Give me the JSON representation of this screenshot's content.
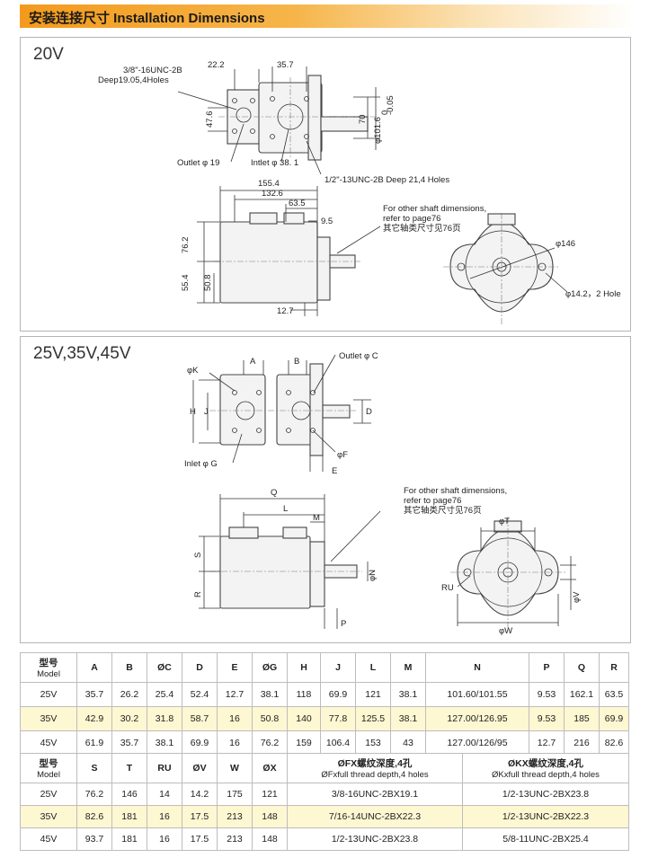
{
  "header": {
    "title": "安装连接尺寸 Installation Dimensions"
  },
  "panel_20v": {
    "label": "20V",
    "annotations": {
      "thread1a": "3/8\"-16UNC-2B",
      "thread1b": "Deep19.05,4Holes",
      "d22": "22.2",
      "d35": "35.7",
      "d47": "47.6",
      "d70": "70",
      "d101": "φ101.6",
      "d101tol": "0\n-0.05",
      "outlet": "Outlet φ 19",
      "inlet": "Intlet φ 38. 1",
      "thread2": "1/2\"-13UNC-2B Deep 21,4 Holes",
      "d155": "155.4",
      "d132": "132.6",
      "d63": "63.5",
      "d9": "9.5",
      "d76": "76.2",
      "d55": "55.4",
      "d50": "50.8",
      "d12": "12.7",
      "shaft_en1": "For other shaft dimensions,",
      "shaft_en2": "refer to page76",
      "shaft_cn": "其它轴类尺寸见76页",
      "d146": "φ146",
      "d142": "φ14.2，2 Hole"
    }
  },
  "panel_25v": {
    "label": "25V,35V,45V",
    "annotations": {
      "phiK": "φK",
      "A": "A",
      "B": "B",
      "outletC": "Outlet φ C",
      "H": "H",
      "J": "J",
      "D": "D",
      "phiF": "φF",
      "E": "E",
      "inletG": "Inlet φ G",
      "Q": "Q",
      "L": "L",
      "M": "M",
      "S": "S",
      "R": "R",
      "N": "φN",
      "P": "P",
      "shaft_en1": "For other shaft dimensions,",
      "shaft_en2": "refer to page76",
      "shaft_cn": "其它轴类尺寸见76页",
      "T": "φT",
      "RU": "RU",
      "V": "φV",
      "W": "φW"
    }
  },
  "table1": {
    "model_cn": "型号",
    "model_en": "Model",
    "columns": [
      "A",
      "B",
      "ØC",
      "D",
      "E",
      "ØG",
      "H",
      "J",
      "L",
      "M",
      "N",
      "P",
      "Q",
      "R"
    ],
    "rows": [
      [
        "25V",
        "35.7",
        "26.2",
        "25.4",
        "52.4",
        "12.7",
        "38.1",
        "118",
        "69.9",
        "121",
        "38.1",
        "101.60/101.55",
        "9.53",
        "162.1",
        "63.5"
      ],
      [
        "35V",
        "42.9",
        "30.2",
        "31.8",
        "58.7",
        "16",
        "50.8",
        "140",
        "77.8",
        "125.5",
        "38.1",
        "127.00/126.95",
        "9.53",
        "185",
        "69.9"
      ],
      [
        "45V",
        "61.9",
        "35.7",
        "38.1",
        "69.9",
        "16",
        "76.2",
        "159",
        "106.4",
        "153",
        "43",
        "127.00/126/95",
        "12.7",
        "216",
        "82.6"
      ]
    ]
  },
  "table2": {
    "model_cn": "型号",
    "model_en": "Model",
    "columns": [
      "S",
      "T",
      "RU",
      "ØV",
      "W",
      "ØX"
    ],
    "fx_cn": "ØFX螺纹深度,4孔",
    "fx_en": "ØFxfull thread depth,4 holes",
    "kx_cn": "ØKX螺纹深度,4孔",
    "kx_en": "ØKxfull thread depth,4 holes",
    "rows": [
      [
        "25V",
        "76.2",
        "146",
        "14",
        "14.2",
        "175",
        "121",
        "3/8-16UNC-2BX19.1",
        "1/2-13UNC-2BX23.8"
      ],
      [
        "35V",
        "82.6",
        "181",
        "16",
        "17.5",
        "213",
        "148",
        "7/16-14UNC-2BX22.3",
        "1/2-13UNC-2BX22.3"
      ],
      [
        "45V",
        "93.7",
        "181",
        "16",
        "17.5",
        "213",
        "148",
        "1/2-13UNC-2BX23.8",
        "5/8-11UNC-2BX25.4"
      ]
    ]
  }
}
